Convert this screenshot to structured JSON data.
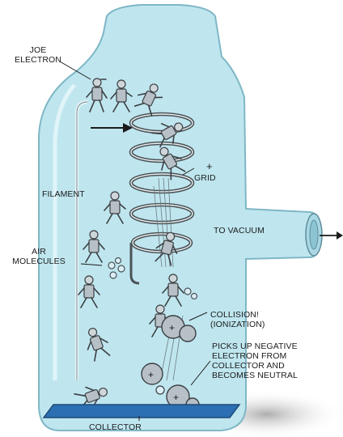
{
  "labels": {
    "joe_electron": [
      "JOE",
      "ELECTRON"
    ],
    "filament": "FILAMENT",
    "air_molecules": [
      "AIR",
      "MOLECULES"
    ],
    "grid": "GRID",
    "grid_sign": "+",
    "to_vacuum": "TO VACUUM",
    "collision": [
      "COLLISION!",
      "(IONIZATION)"
    ],
    "picks_up": [
      "PICKS UP NEGATIVE",
      "ELECTRON FROM",
      "COLLECTOR AND",
      "BECOMES NEUTRAL"
    ],
    "collector": "COLLECTOR"
  },
  "colors": {
    "glass": "#bfe6ef",
    "glass_edge": "#7fb7c6",
    "collector": "#2c6fb3",
    "figure": "#3b3f42"
  }
}
